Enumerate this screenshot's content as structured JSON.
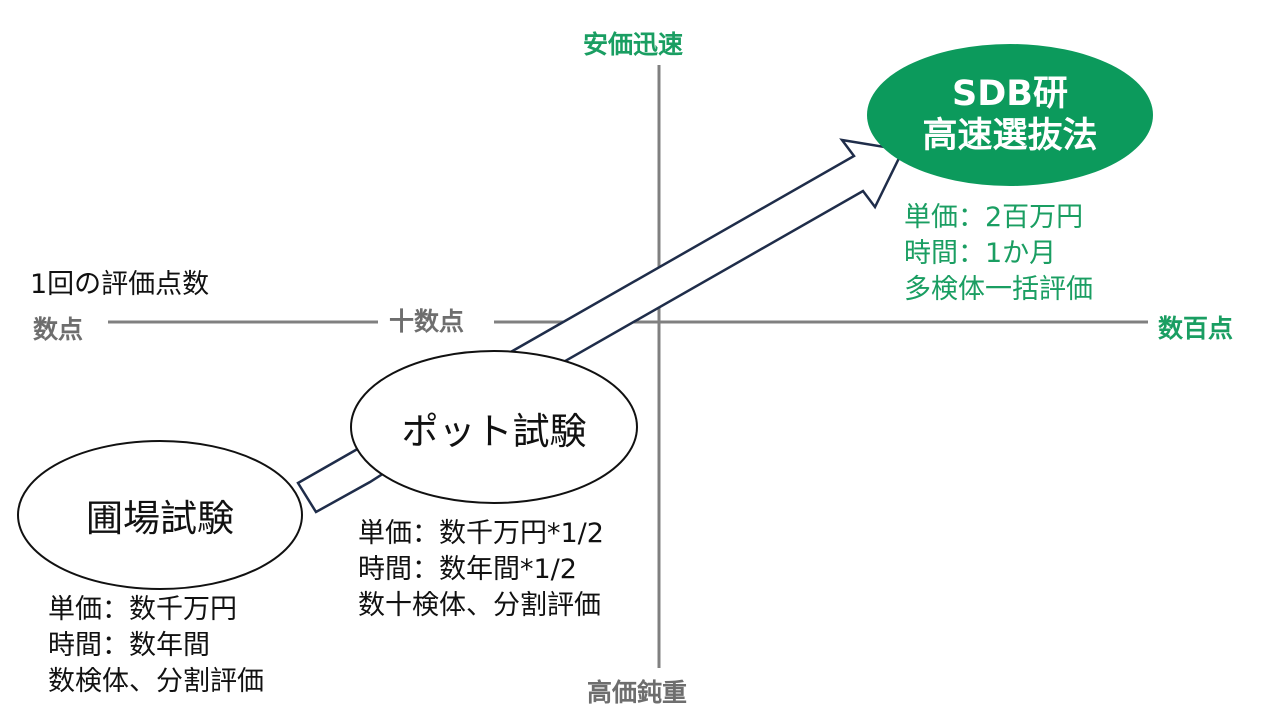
{
  "axes": {
    "top_label": "安価迅速",
    "bottom_label": "高価鈍重",
    "left_label": "数点",
    "middle_label": "十数点",
    "right_label": "数百点",
    "title": "1回の評価点数"
  },
  "methods": {
    "field": {
      "label": "圃場試験",
      "details": [
        "単価：数千万円",
        "時間：数年間",
        "数検体、分割評価"
      ]
    },
    "pot": {
      "label": "ポット試験",
      "details": [
        "単価：数千万円*1/2",
        "時間：数年間*1/2",
        "数十検体、分割評価"
      ]
    },
    "sdb": {
      "label_line1": "SDB研",
      "label_line2": "高速選抜法",
      "details": [
        "単価：2百万円",
        "時間：1か月",
        "多検体一括評価"
      ]
    }
  },
  "colors": {
    "accent_green": "#1a9e62",
    "ellipse_green": "#0c9a5c",
    "axis_gray": "#808080",
    "arrow_navy": "#1f2d4a"
  }
}
